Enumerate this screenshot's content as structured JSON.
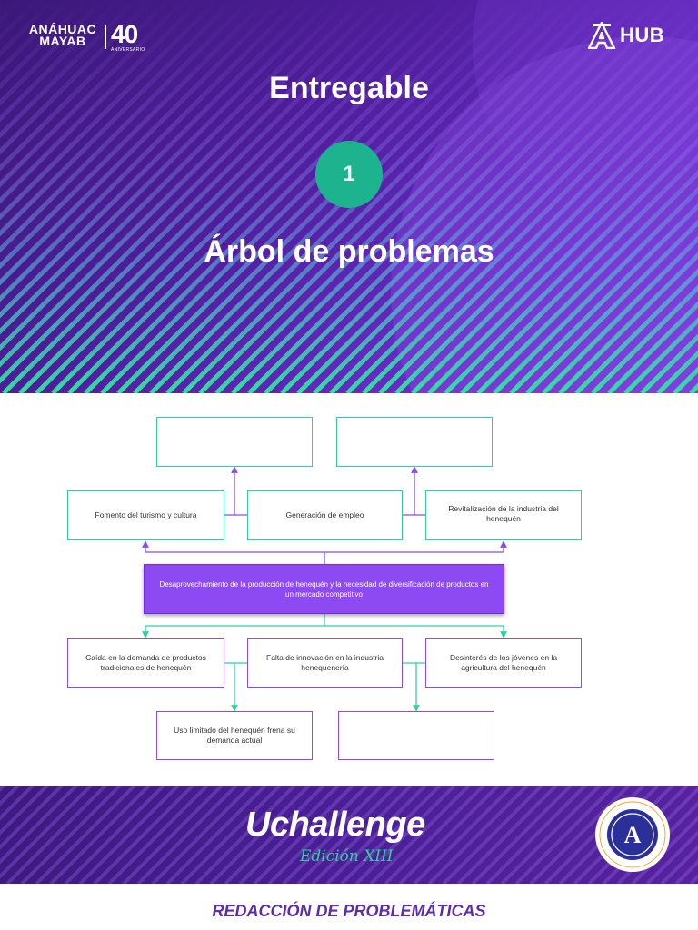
{
  "header": {
    "logo_left_name": "ANÁHUAC MAYAB",
    "logo_left_number": "40",
    "logo_left_sub": "ANIVERSARIO",
    "logo_right_text": "HUB",
    "title": "Entregable",
    "number": "1",
    "subtitle": "Árbol de problemas"
  },
  "tree": {
    "effects_top": [
      "",
      ""
    ],
    "effects": [
      "Fomento del turismo y cultura",
      "Generación de empleo",
      "Revitalización de la industria del henequén"
    ],
    "core_problem": "Desaprovechamiento de la producción de henequén y la necesidad de diversificación de productos en un mercado competitivo",
    "causes": [
      "Caída en la demanda de productos tradicionales de henequén",
      "Falta de innovación en la industria henequenería",
      "Desinterés de los jóvenes en la agricultura del henequén"
    ],
    "causes_bottom": [
      "Uso limitado del henequén frena su demanda actual",
      ""
    ]
  },
  "footer": {
    "brand_prefix": "U",
    "brand_word": "challenge",
    "edition": "Edición XIII",
    "badge_letter": "A"
  },
  "bottom_title": "REDACCIÓN DE PROBLEMÁTICAS",
  "colors": {
    "purple_dark": "#3b1878",
    "purple_core": "#8d4af2",
    "accent_green": "#2fd39a",
    "circle_green": "#1db38f",
    "text_purple": "#5b2ea8"
  }
}
